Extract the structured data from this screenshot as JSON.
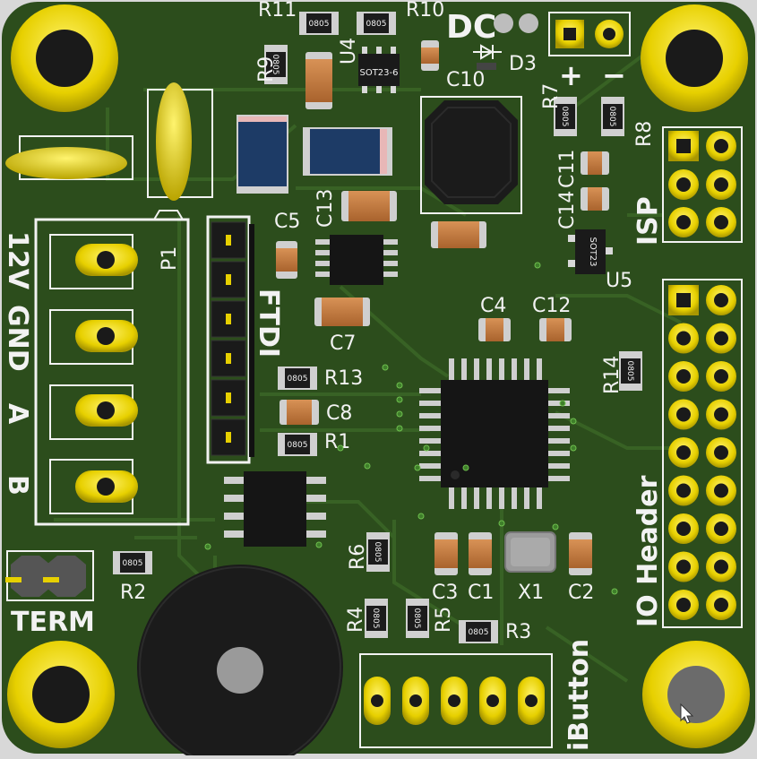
{
  "board": {
    "colors": {
      "board": "#2c4d1c",
      "board_light": "#33591f",
      "trace": "#3a6526",
      "silk": "#f2f2f2",
      "gold": "#e7d000",
      "gold_dark": "#9a8a00",
      "cap_body": "#c0783a",
      "res_body": "#1c1c1c",
      "ic_body": "#151515",
      "diode_blue": "#1d3b66",
      "buzzer": "#1b1b1b",
      "crystal": "#9b9b9b",
      "background": "#d8d8d8"
    },
    "silk_labels": {
      "dc": "DC",
      "plus": "+",
      "minus": "−",
      "isp": "ISP",
      "io_header": "IO Header",
      "ibutton": "iButton",
      "ftdi": "FTDI",
      "p1": "P1",
      "term": "TERM",
      "pin_12v": "12V",
      "pin_gnd": "GND",
      "pin_a": "A",
      "pin_b": "B"
    },
    "refs": {
      "R1": "R1",
      "R2": "R2",
      "R3": "R3",
      "R4": "R4",
      "R5": "R5",
      "R6": "R6",
      "R7": "R7",
      "R8": "R8",
      "R9": "R9",
      "R10": "R10",
      "R11": "R11",
      "R13": "R13",
      "R14": "R14",
      "C1": "C1",
      "C2": "C2",
      "C3": "C3",
      "C4": "C4",
      "C5": "C5",
      "C7": "C7",
      "C8": "C8",
      "C10": "C10",
      "C11": "C11",
      "C12": "C12",
      "C13": "C13",
      "C14": "C14",
      "U4": "U4",
      "U5": "U5",
      "D3": "D3",
      "X1": "X1"
    },
    "package_labels": {
      "r0805": "0805",
      "sot23_6": "SOT23-6",
      "sot23": "SOT23"
    }
  }
}
